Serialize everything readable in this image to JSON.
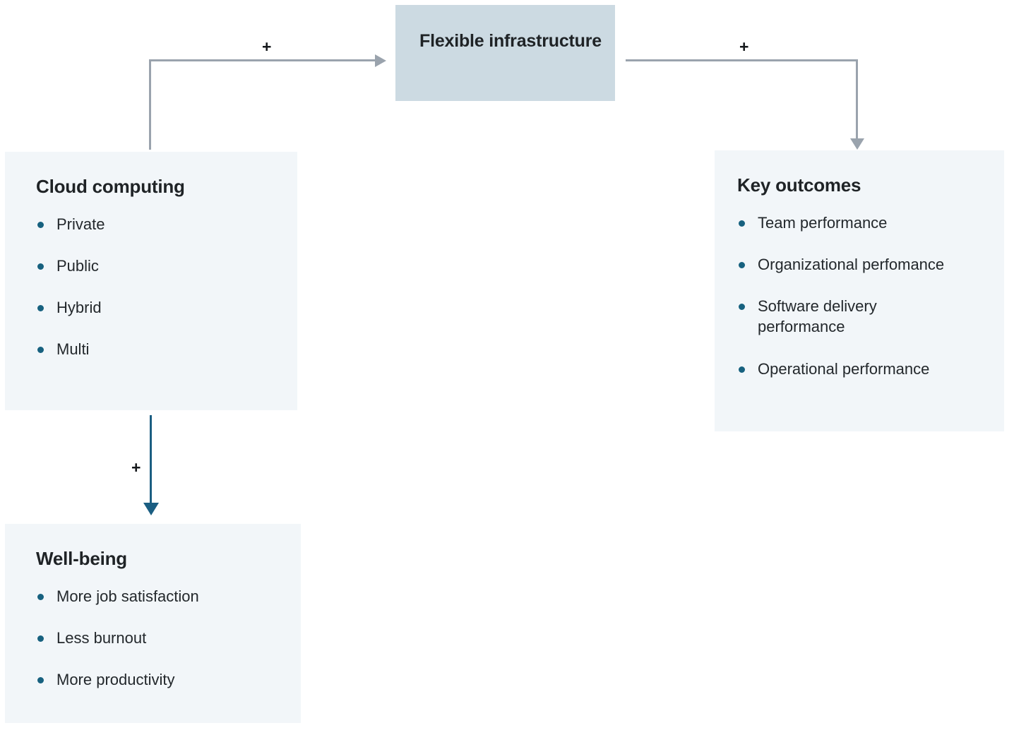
{
  "diagram": {
    "title_hidden": "",
    "colors": {
      "accent_box": "#ccdae2",
      "light_box": "#f2f6f9",
      "bullet": "#17617f",
      "gray_connector": "#9aa3ad",
      "blue_connector": "#1b5e82",
      "heading_text": "#1f2326",
      "body_text": "#23282c",
      "page_background": "#ffffff"
    },
    "boxes": [
      {
        "id": "cloud-computing",
        "title": "Cloud computing",
        "items": [
          "Private",
          "Public",
          "Hybrid",
          "Multi"
        ]
      },
      {
        "id": "flexible-infrastructure",
        "title": "Flexible infrastructure",
        "items": []
      },
      {
        "id": "key-outcomes",
        "title": "Key outcomes",
        "items": [
          "Team performance",
          "Organizational perfomance",
          "Software delivery performance",
          "Operational performance"
        ]
      },
      {
        "id": "well-being",
        "title": "Well-being",
        "items": [
          "More job satisfaction",
          "Less burnout",
          "More productivity"
        ]
      }
    ],
    "connectors": [
      {
        "id": "cloud-to-flexible",
        "from": "cloud-computing",
        "to": "flexible-infrastructure",
        "label": "+",
        "color": "#9aa3ad"
      },
      {
        "id": "flexible-to-outcomes",
        "from": "flexible-infrastructure",
        "to": "key-outcomes",
        "label": "+",
        "color": "#9aa3ad"
      },
      {
        "id": "cloud-to-wellbeing",
        "from": "cloud-computing",
        "to": "well-being",
        "label": "+",
        "color": "#1b5e82"
      }
    ]
  }
}
